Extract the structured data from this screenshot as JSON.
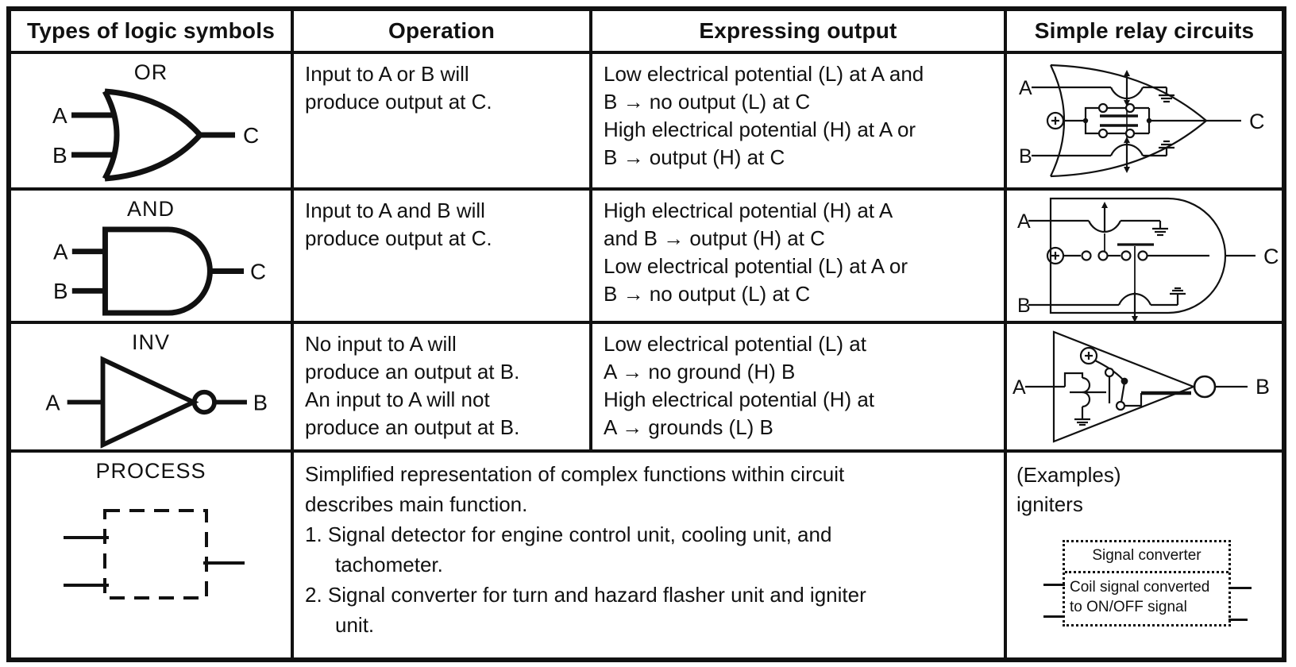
{
  "colors": {
    "ink": "#111111",
    "paper": "#ffffff"
  },
  "table": {
    "headers": [
      "Types of logic symbols",
      "Operation",
      "Expressing output",
      "Simple relay circuits"
    ],
    "rows": {
      "or": {
        "title": "OR",
        "gate": {
          "a": "A",
          "b": "B",
          "c": "C"
        },
        "relay": {
          "a": "A",
          "b": "B",
          "c": "C"
        },
        "operation": [
          "Input to A or B will",
          "produce output at C."
        ],
        "output": [
          "Low electrical potential (L) at A and",
          "B → no output (L) at C",
          "High electrical potential (H) at A or",
          "B → output (H) at C"
        ]
      },
      "and": {
        "title": "AND",
        "gate": {
          "a": "A",
          "b": "B",
          "c": "C"
        },
        "relay": {
          "a": "A",
          "b": "B",
          "c": "C"
        },
        "operation": [
          "Input to A and B will",
          "produce output at C."
        ],
        "output": [
          "High electrical potential (H) at A",
          "and B → output (H) at C",
          "Low electrical potential (L) at A or",
          "B → no output (L) at C"
        ]
      },
      "inv": {
        "title": "INV",
        "gate": {
          "a": "A",
          "b": "B"
        },
        "relay": {
          "a": "A",
          "b": "B"
        },
        "operation": [
          "No input to A will",
          "produce an output at B.",
          "An input to A will not",
          "produce an output at B."
        ],
        "output": [
          "Low electrical potential (L) at",
          "A → no ground (H) B",
          "High electrical potential (H) at",
          "A → grounds (L) B"
        ]
      },
      "process": {
        "title": "PROCESS",
        "description": [
          "Simplified representation of complex functions within circuit",
          "describes main function.",
          "1. Signal detector for engine control unit, cooling unit, and",
          "tachometer.",
          "2. Signal converter for turn and hazard flasher unit and igniter",
          "unit."
        ],
        "examples": {
          "caption": [
            "(Examples)",
            "igniters"
          ],
          "box_title": "Signal converter",
          "box_text": [
            "Coil signal converted",
            "to ON/OFF signal"
          ]
        }
      }
    }
  }
}
